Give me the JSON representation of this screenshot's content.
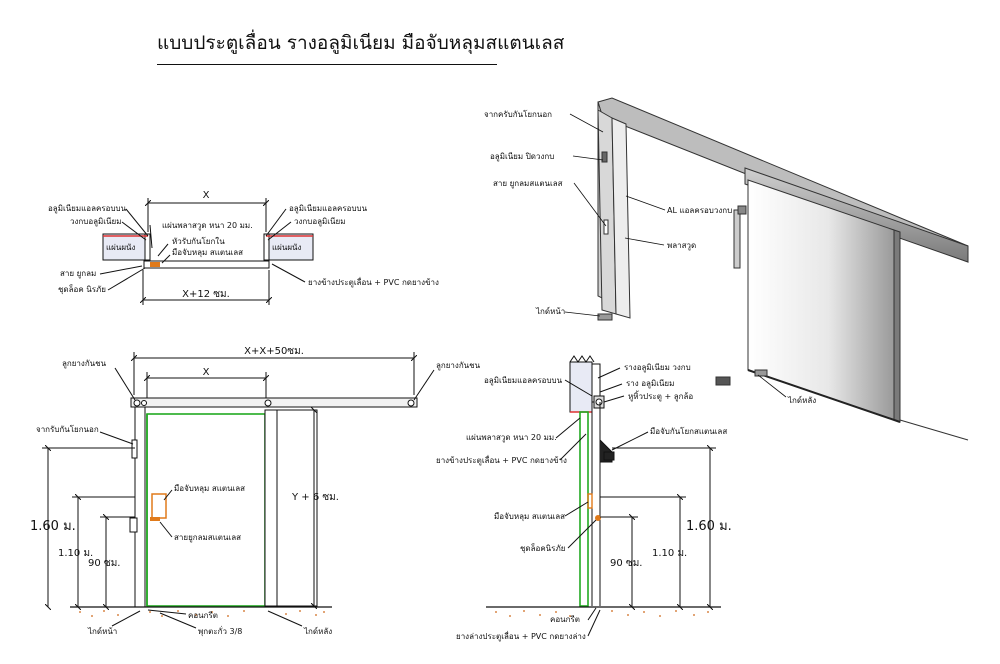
{
  "title": "แบบประตูเลื่อน รางอลูมิเนียม มือจับหลุมสแตนเลส",
  "plan_view": {
    "dim_x": "X",
    "dim_x12": "X+12 ซม.",
    "labels": {
      "al_cover_left": "อลูมิเนียมแอลครอบบน",
      "frame_left": "วงกบอลูมิเนียม",
      "panel_left": "แผ่นผนัง",
      "plastic_sheet": "แผ่นพลาสวูด หนา 20 มม.",
      "door_stop_head": "หัวรับกันโยกใน",
      "handle": "มือจับหลุม สแตนเลส",
      "pull_strap": "สาย ยูกลม",
      "safety_lock": "ชุดล็อค นิรภัย",
      "al_cover_right": "อลูมิเนียมแอลครอบบน",
      "frame_right": "วงกบอลูมิเนียม",
      "panel_right": "แผ่นผนัง",
      "gasket": "ยางข้างประตูเลื่อน + PVC กดยางข้าง"
    }
  },
  "iso_view": {
    "labels": {
      "outer_stop": "จากครับกันโยกนอก",
      "al_frame_cover": "อลูมิเนียม ปิดวงกบ",
      "strap": "สาย ยูกลมสแตนเลส",
      "al_l_frame": "AL แอลครอบวงกบ",
      "plastic": "พลาสวูด",
      "front_guide": "ไกด์หน้า",
      "back_guide": "ไกด์หลัง"
    }
  },
  "elevation": {
    "dim_total": "X+X+50ซม.",
    "dim_x": "X",
    "dim_y6": "Y + 6 ซม.",
    "h160": "1.60 ม.",
    "h110": "1.10 ม.",
    "h90": "90 ซม.",
    "labels": {
      "bumper_left": "ลูกยางกันชน",
      "bumper_right": "ลูกยางกันชน",
      "outer_stop": "จากรับกันโยกนอก",
      "handle": "มือจับหลุม สแตนเลส",
      "strap": "สายยูกลมสแตนเลส",
      "concrete": "คอนกรีต",
      "anchor": "พุกตะกั่ว 3/8",
      "front_guide": "ไกด์หน้า",
      "back_guide": "ไกด์หลัง"
    }
  },
  "section": {
    "h160": "1.60 ม.",
    "h110": "1.10 ม.",
    "h90": "90 ซม.",
    "labels": {
      "rail_frame": "รางอลูมิเนียม วงกบ",
      "al_cover": "อลูมิเนียมแอลครอบบน",
      "rail": "ราง อลูมิเนียม",
      "hanger": "หูหิ้วประตู + ลูกล้อ",
      "stop": "มือจับกันโยกสแตนเลส",
      "plastic": "แผ่นพลาสวูด หนา 20 มม.",
      "side_gasket": "ยางข้างประตูเลื่อน + PVC กดยางข้าง",
      "handle": "มือจับหลุม สแตนเลส",
      "lock": "ชุดล็อคนิรภัย",
      "concrete": "คอนกรีต",
      "bottom_gasket": "ยางล่างประตูเลื่อน + PVC กดยางล่าง"
    }
  },
  "colors": {
    "door_outline": "#22aa22",
    "handle": "#e07a1a",
    "floor_dots": "#d9884a"
  }
}
